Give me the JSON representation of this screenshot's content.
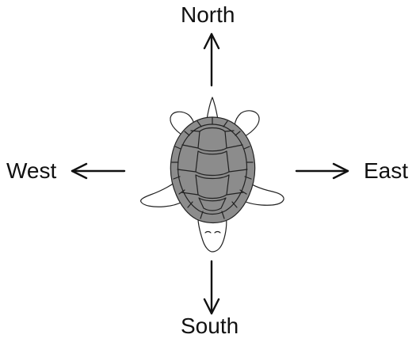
{
  "directions": {
    "north": "North",
    "south": "South",
    "west": "West",
    "east": "East"
  },
  "colors": {
    "shell_fill": "#8c8c8c",
    "outline": "#222222",
    "background": "#ffffff"
  }
}
